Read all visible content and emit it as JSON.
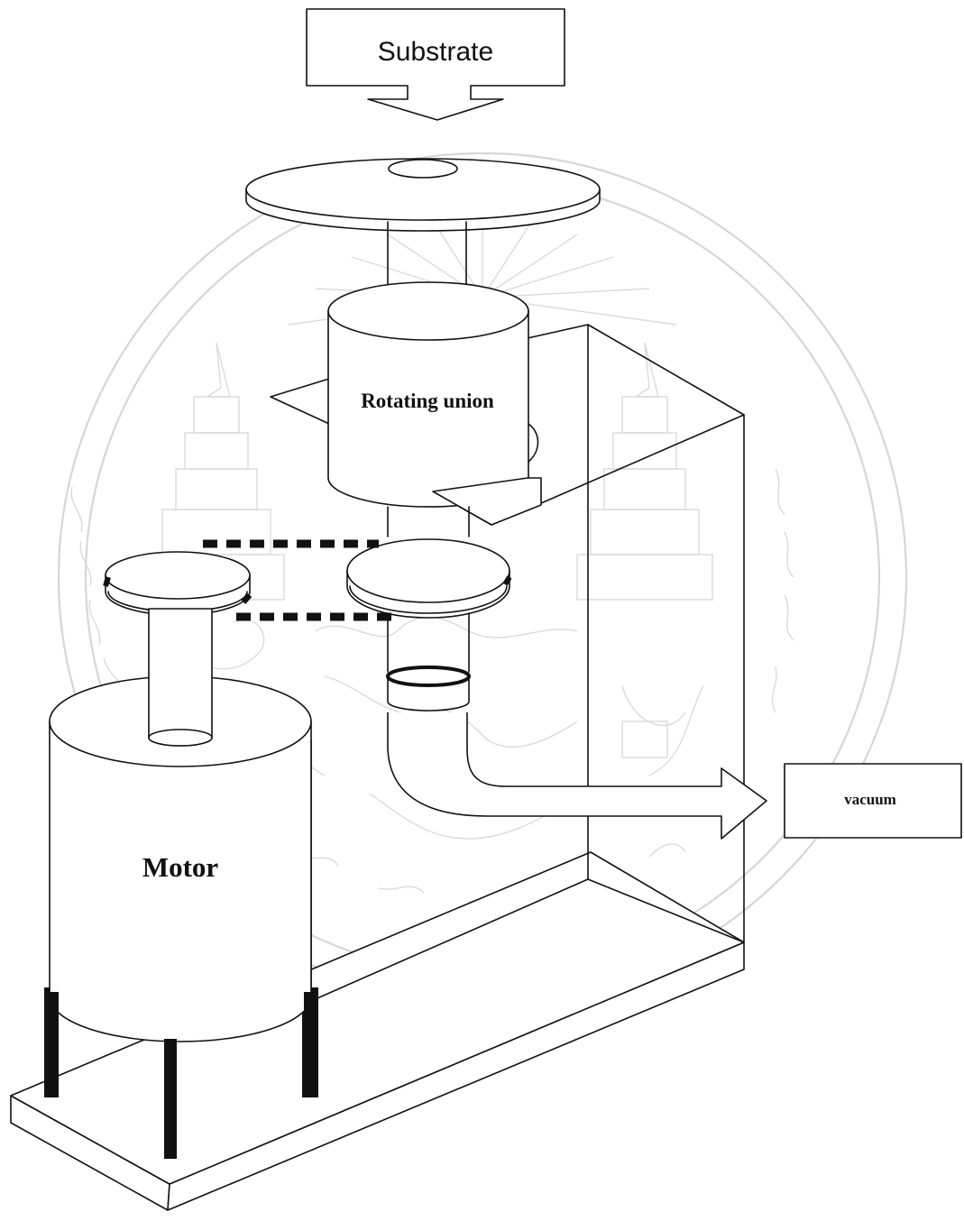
{
  "labels": {
    "substrate": "Substrate",
    "rotating_union": "Rotating union",
    "motor": "Motor",
    "vacuum": "vacuum"
  },
  "colors": {
    "line": "#111111",
    "background": "#ffffff",
    "watermark": "#d6d6d6"
  }
}
